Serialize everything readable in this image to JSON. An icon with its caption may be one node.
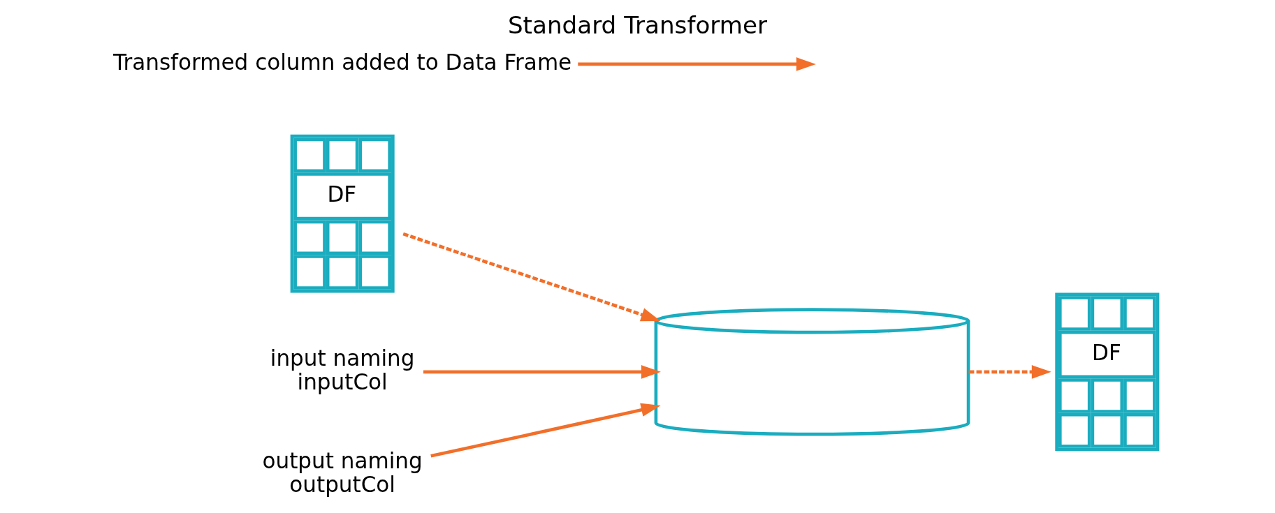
{
  "diagram": {
    "title": "Standard Transformer",
    "nodes": [
      {
        "text": [
          "DF"
        ]
      },
      {
        "text": [],
        "shape": "cylinder"
      },
      {
        "text": [
          "DF"
        ]
      },
      {
        "text": [
          "Transformed column added to Data Frame"
        ]
      },
      {
        "text": [
          "input naming",
          "inputCol"
        ]
      },
      {
        "text": [
          "output naming",
          "outputCol"
        ]
      }
    ],
    "edges": [
      {
        "from": 0,
        "to": 1,
        "arrow": "to",
        "style": "dashed"
      },
      {
        "from": 1,
        "to": 2,
        "arrow": "to",
        "style": "dashed"
      },
      {
        "from": 3,
        "to": null,
        "arrow": "to"
      },
      {
        "from": 4,
        "to": 1,
        "arrow": "to"
      },
      {
        "from": 5,
        "to": 1,
        "arrow": "to"
      }
    ]
  }
}
